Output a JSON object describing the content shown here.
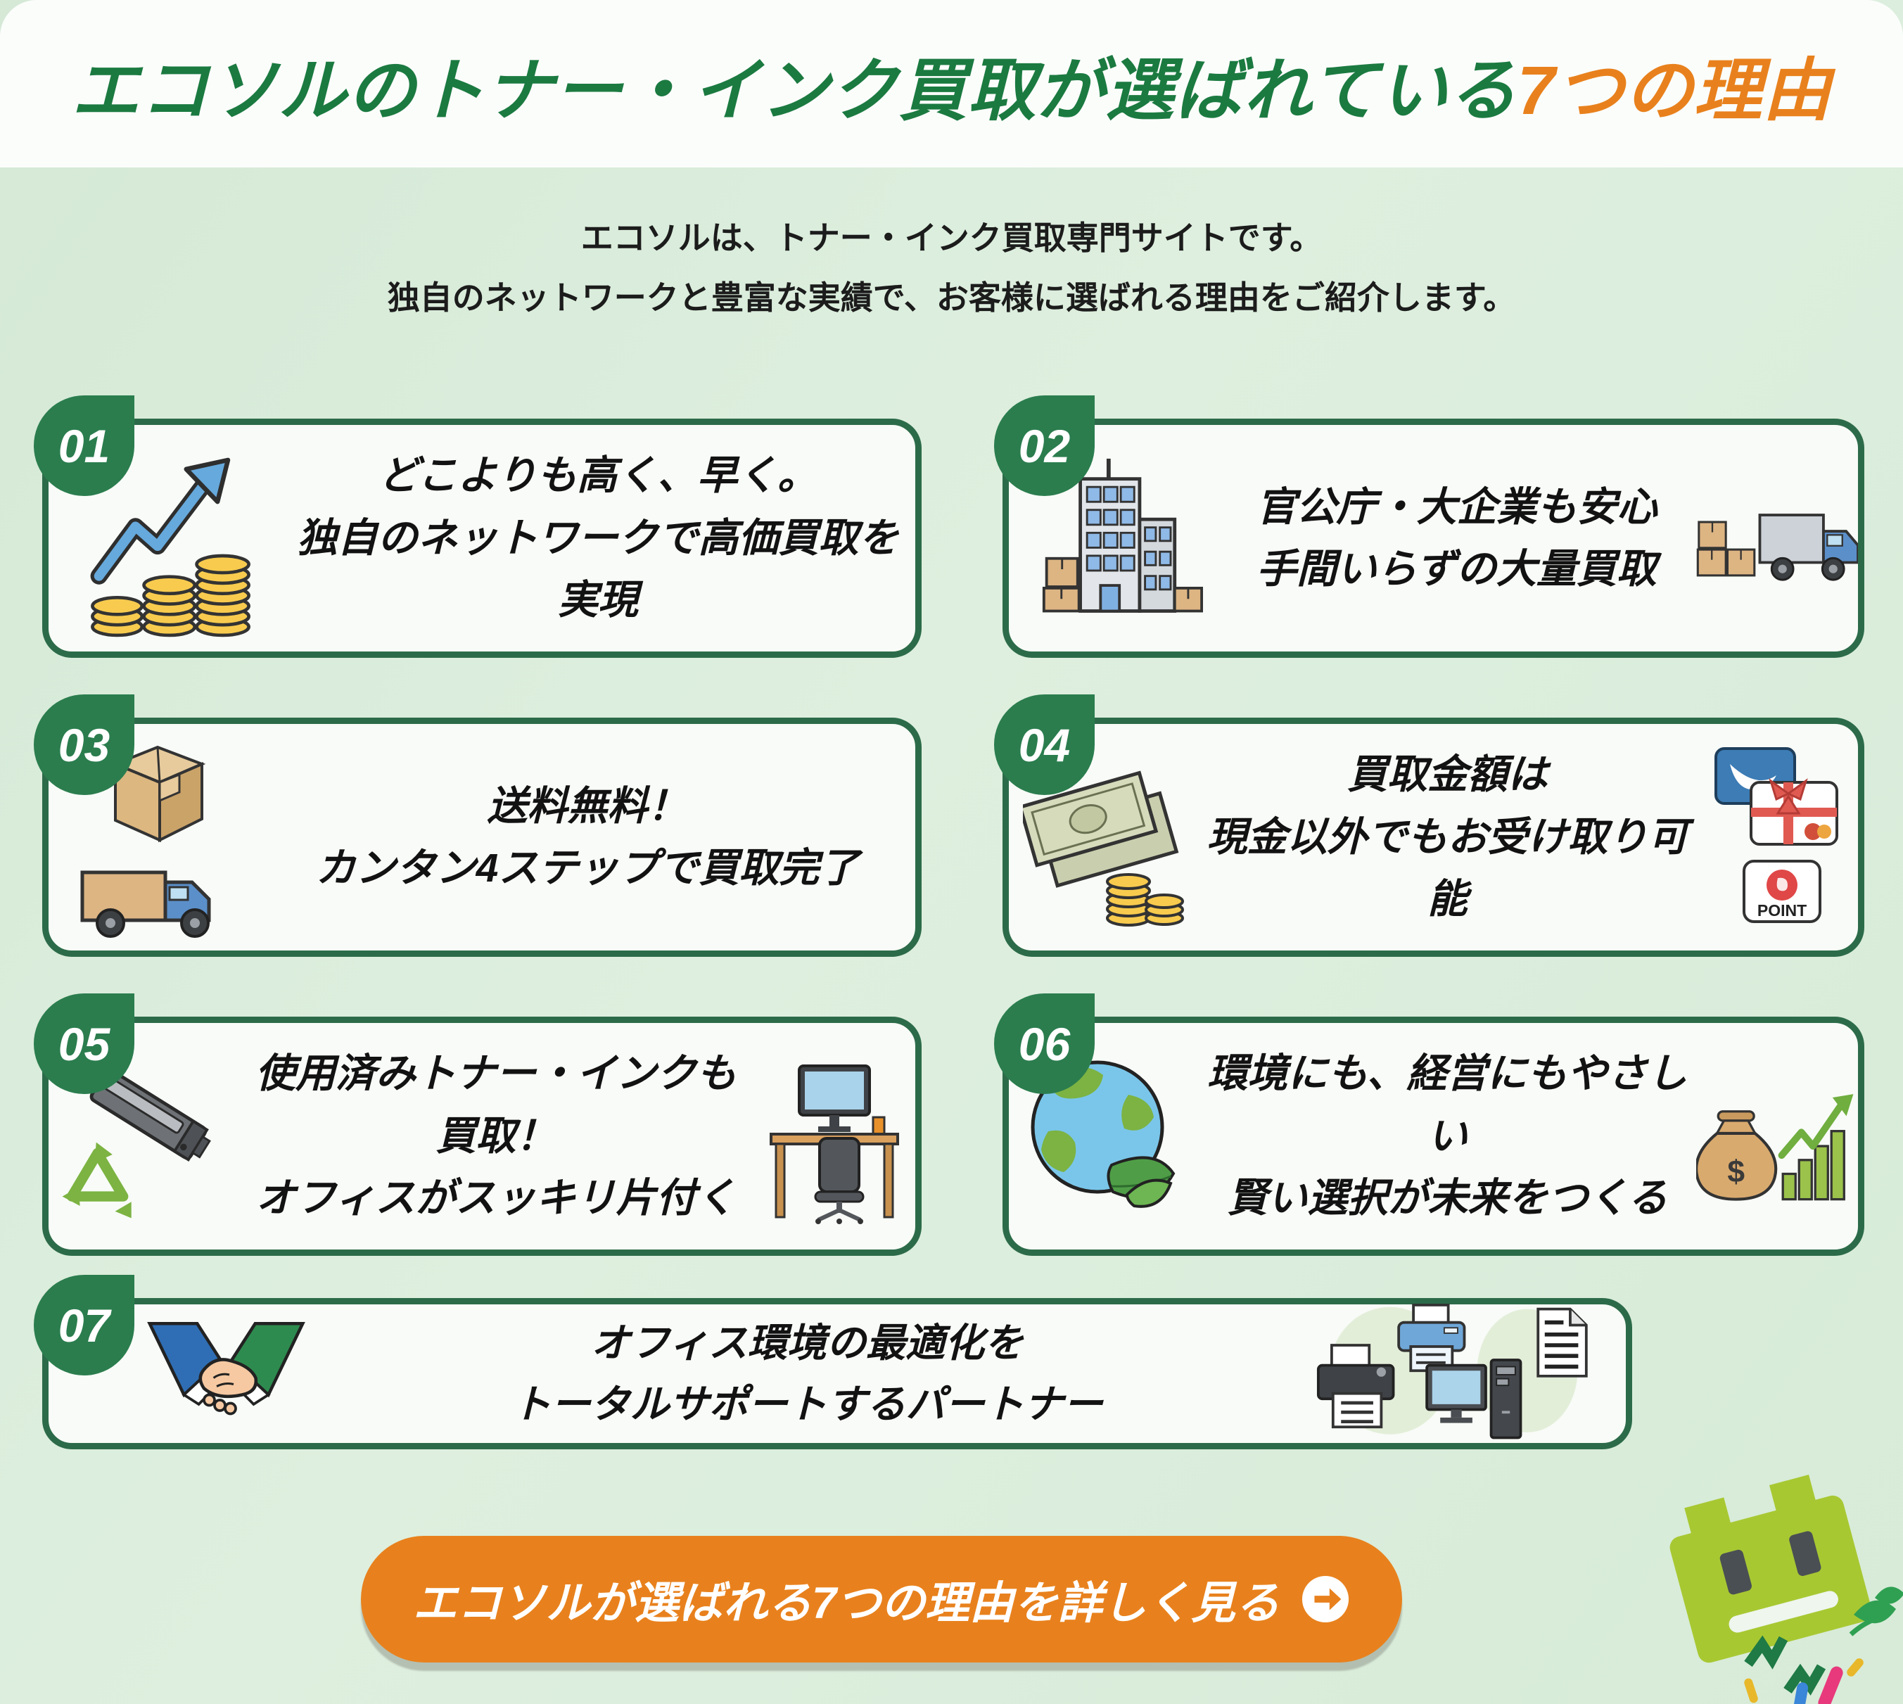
{
  "header": {
    "title_green": "エコソルのトナー・インク買取が選ばれている",
    "title_orange": "7つの理由"
  },
  "intro": {
    "line1": "エコソルは、トナー・インク買取専門サイトです。",
    "line2": "独自のネットワークと豊富な実績で、お客様に選ばれる理由をご紹介します。"
  },
  "cards": [
    {
      "number": "01",
      "line1": "どこよりも高く、早く。",
      "line2": "独自のネットワークで高価買取を実現",
      "icon_left": "growth-arrow-coins-icon",
      "icon_right": ""
    },
    {
      "number": "02",
      "line1": "官公庁・大企業も安心",
      "line2": "手間いらずの大量買取",
      "icon_left": "office-building-boxes-icon",
      "icon_right": "truck-boxes-icon"
    },
    {
      "number": "03",
      "line1": "送料無料！",
      "line2": "カンタン4ステップで買取完了",
      "icon_left": "cardboard-box-truck-icon",
      "icon_right": ""
    },
    {
      "number": "04",
      "line1": "買取金額は",
      "line2": "現金以外でもお受け取り可能",
      "icon_left": "cash-coins-icon",
      "icon_right": "payment-cards-icon"
    },
    {
      "number": "05",
      "line1": "使用済みトナー・インクも買取！",
      "line2": "オフィスがスッキリ片付く",
      "icon_left": "toner-recycle-icon",
      "icon_right": "office-desk-icon"
    },
    {
      "number": "06",
      "line1": "環境にも、経営にもやさしい",
      "line2": "賢い選択が未来をつくる",
      "icon_left": "earth-leaves-icon",
      "icon_right": "money-bag-chart-icon"
    },
    {
      "number": "07",
      "line1": "オフィス環境の最適化を",
      "line2": "トータルサポートするパートナー",
      "icon_left": "handshake-icon",
      "icon_right": "office-equipment-icon"
    }
  ],
  "icon_labels": {
    "point_card": "POINT",
    "money_bag_symbol": "$"
  },
  "cta": {
    "label": "エコソルが選ばれる7つの理由を詳しく見る",
    "icon": "arrow-right-circle-icon"
  },
  "mascot": "toner-cartridge-mascot",
  "colors": {
    "title_green": "#1b7a40",
    "accent_orange": "#e8811d",
    "badge_green": "#2b7d4e",
    "card_border_green": "#2c6b49",
    "card_background": "#f8fbf7",
    "page_background": "#d9ecd9"
  }
}
